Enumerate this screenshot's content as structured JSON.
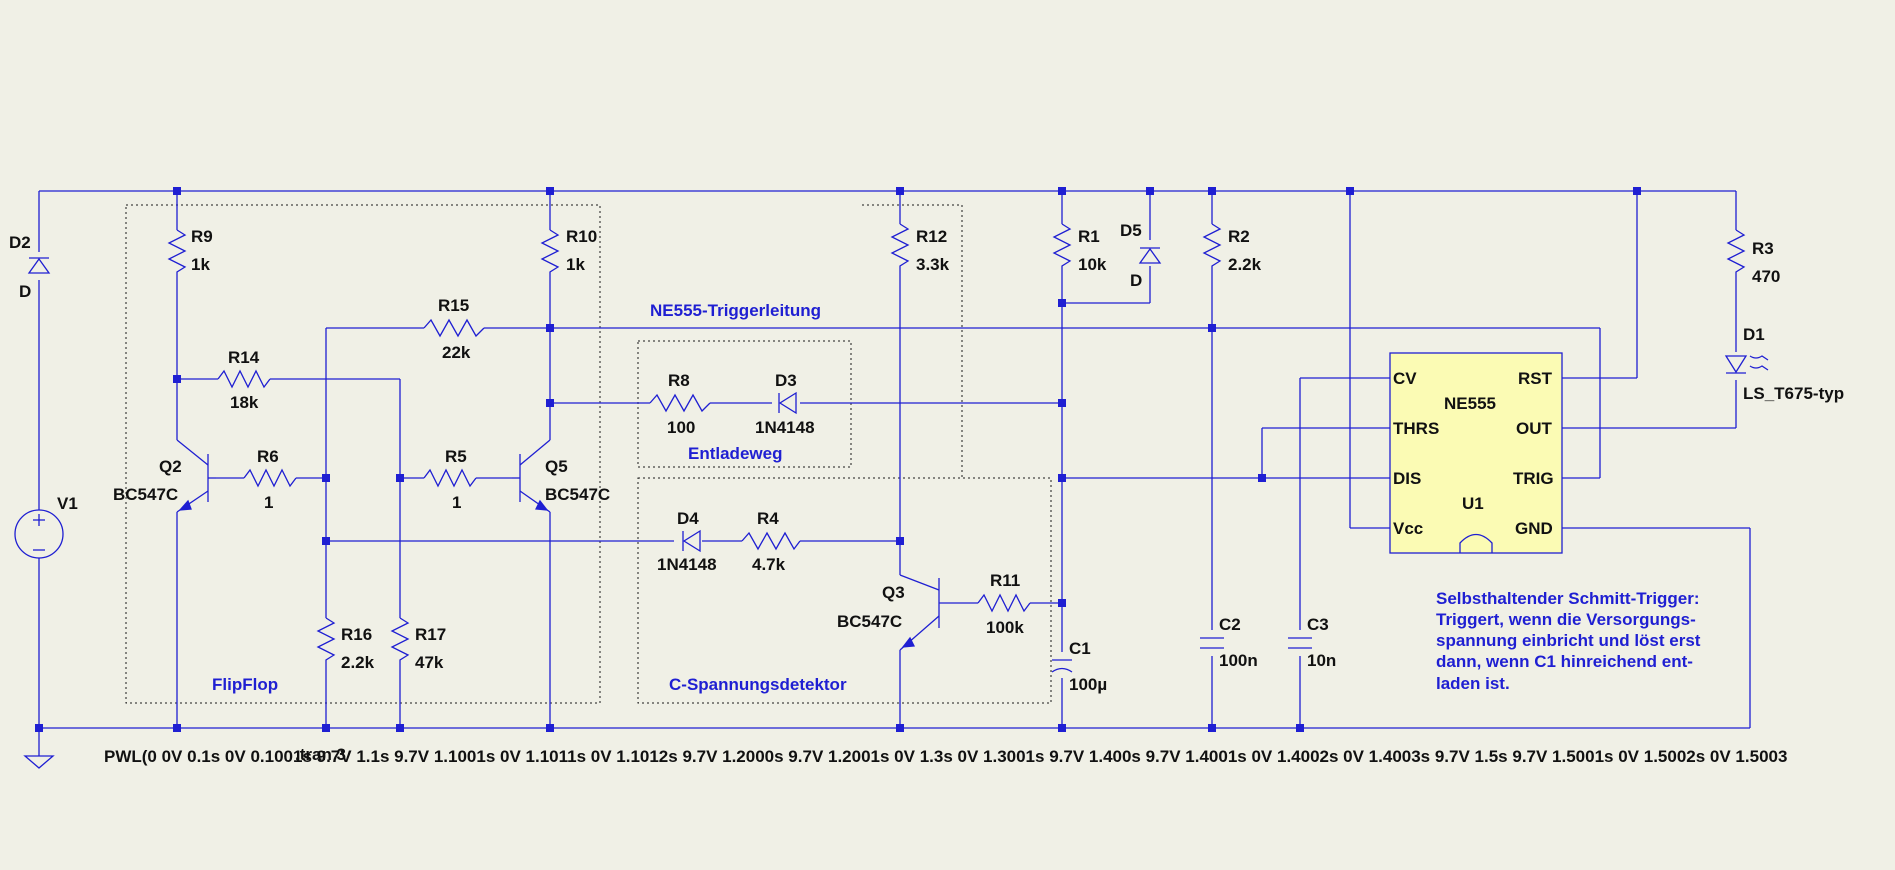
{
  "components": {
    "D2": {
      "name": "D2",
      "value": "D"
    },
    "D5": {
      "name": "D5",
      "value": "D"
    },
    "D1": {
      "name": "D1",
      "value": "LS_T675-typ"
    },
    "D3": {
      "name": "D3",
      "value": "1N4148"
    },
    "D4": {
      "name": "D4",
      "value": "1N4148"
    },
    "R1": {
      "name": "R1",
      "value": "10k"
    },
    "R2": {
      "name": "R2",
      "value": "2.2k"
    },
    "R3": {
      "name": "R3",
      "value": "470"
    },
    "R4": {
      "name": "R4",
      "value": "4.7k"
    },
    "R5": {
      "name": "R5",
      "value": "1"
    },
    "R6": {
      "name": "R6",
      "value": "1"
    },
    "R8": {
      "name": "R8",
      "value": "100"
    },
    "R9": {
      "name": "R9",
      "value": "1k"
    },
    "R10": {
      "name": "R10",
      "value": "1k"
    },
    "R11": {
      "name": "R11",
      "value": "100k"
    },
    "R12": {
      "name": "R12",
      "value": "3.3k"
    },
    "R14": {
      "name": "R14",
      "value": "18k"
    },
    "R15": {
      "name": "R15",
      "value": "22k"
    },
    "R16": {
      "name": "R16",
      "value": "2.2k"
    },
    "R17": {
      "name": "R17",
      "value": "47k"
    },
    "C1": {
      "name": "C1",
      "value": "100µ"
    },
    "C2": {
      "name": "C2",
      "value": "100n"
    },
    "C3": {
      "name": "C3",
      "value": "10n"
    },
    "Q2": {
      "name": "Q2",
      "value": "BC547C"
    },
    "Q3": {
      "name": "Q3",
      "value": "BC547C"
    },
    "Q5": {
      "name": "Q5",
      "value": "BC547C"
    },
    "V1": {
      "name": "V1"
    },
    "U1": {
      "name": "U1",
      "part": "NE555"
    }
  },
  "ic_pins": {
    "cv": "CV",
    "thrs": "THRS",
    "dis": "DIS",
    "vcc": "Vcc",
    "rst": "RST",
    "out": "OUT",
    "trig": "TRIG",
    "gnd": "GND"
  },
  "net_labels": {
    "flipflop": "FlipFlop",
    "trigger_line": "NE555-Triggerleitung",
    "discharge_path": "Entladeweg",
    "c_detector": "C-Spannungsdetektor"
  },
  "comment_lines": [
    "Selbsthaltender Schmitt-Trigger:",
    "Triggert, wenn die Versorgungs-",
    "spannung einbricht und löst erst",
    "dann, wenn C1 hinreichend ent-",
    "laden ist."
  ],
  "spice": {
    "directive": ".tran 3",
    "pwl": "PWL(0 0V 0.1s 0V 0.1001s 9.7V 1.1s 9.7V 1.1001s 0V 1.1011s 0V 1.1012s 9.7V 1.2000s 9.7V 1.2001s 0V 1.3s 0V 1.3001s 9.7V 1.400s 9.7V 1.4001s 0V 1.4002s 0V 1.4003s 9.7V 1.5s 9.7V 1.5001s 0V 1.5002s 0V 1.5003"
  },
  "colors": {
    "background": "#f0f0e6",
    "wire": "#1f1fd2",
    "text": "#111111",
    "ic_fill": "#fbfbb4"
  }
}
